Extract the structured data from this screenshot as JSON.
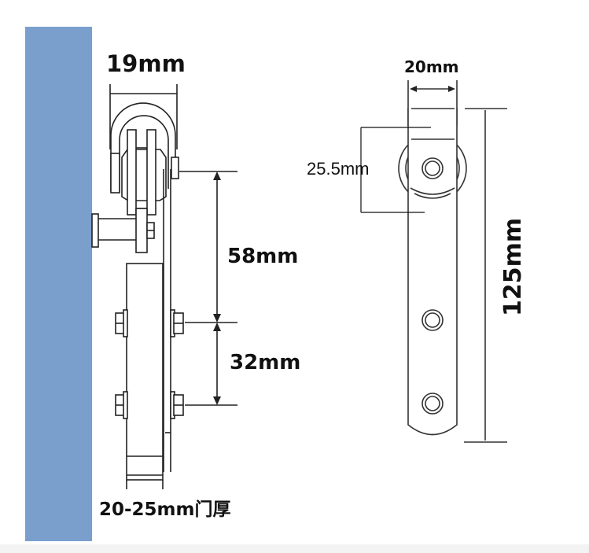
{
  "diagram": {
    "title": "Barn door hanger roller dimensions",
    "colors": {
      "door_panel": "#7b9fcd",
      "line": "#222222",
      "background": "#ffffff"
    },
    "side_view": {
      "labels": {
        "roller_width": "19mm",
        "top_to_bolt1": "58mm",
        "bolt1_to_bolt2": "32mm",
        "door_thickness": "20-25mm门厚"
      }
    },
    "front_view": {
      "labels": {
        "strap_width": "20mm",
        "wheel_height": "25.5mm",
        "total_length": "125mm"
      }
    }
  }
}
